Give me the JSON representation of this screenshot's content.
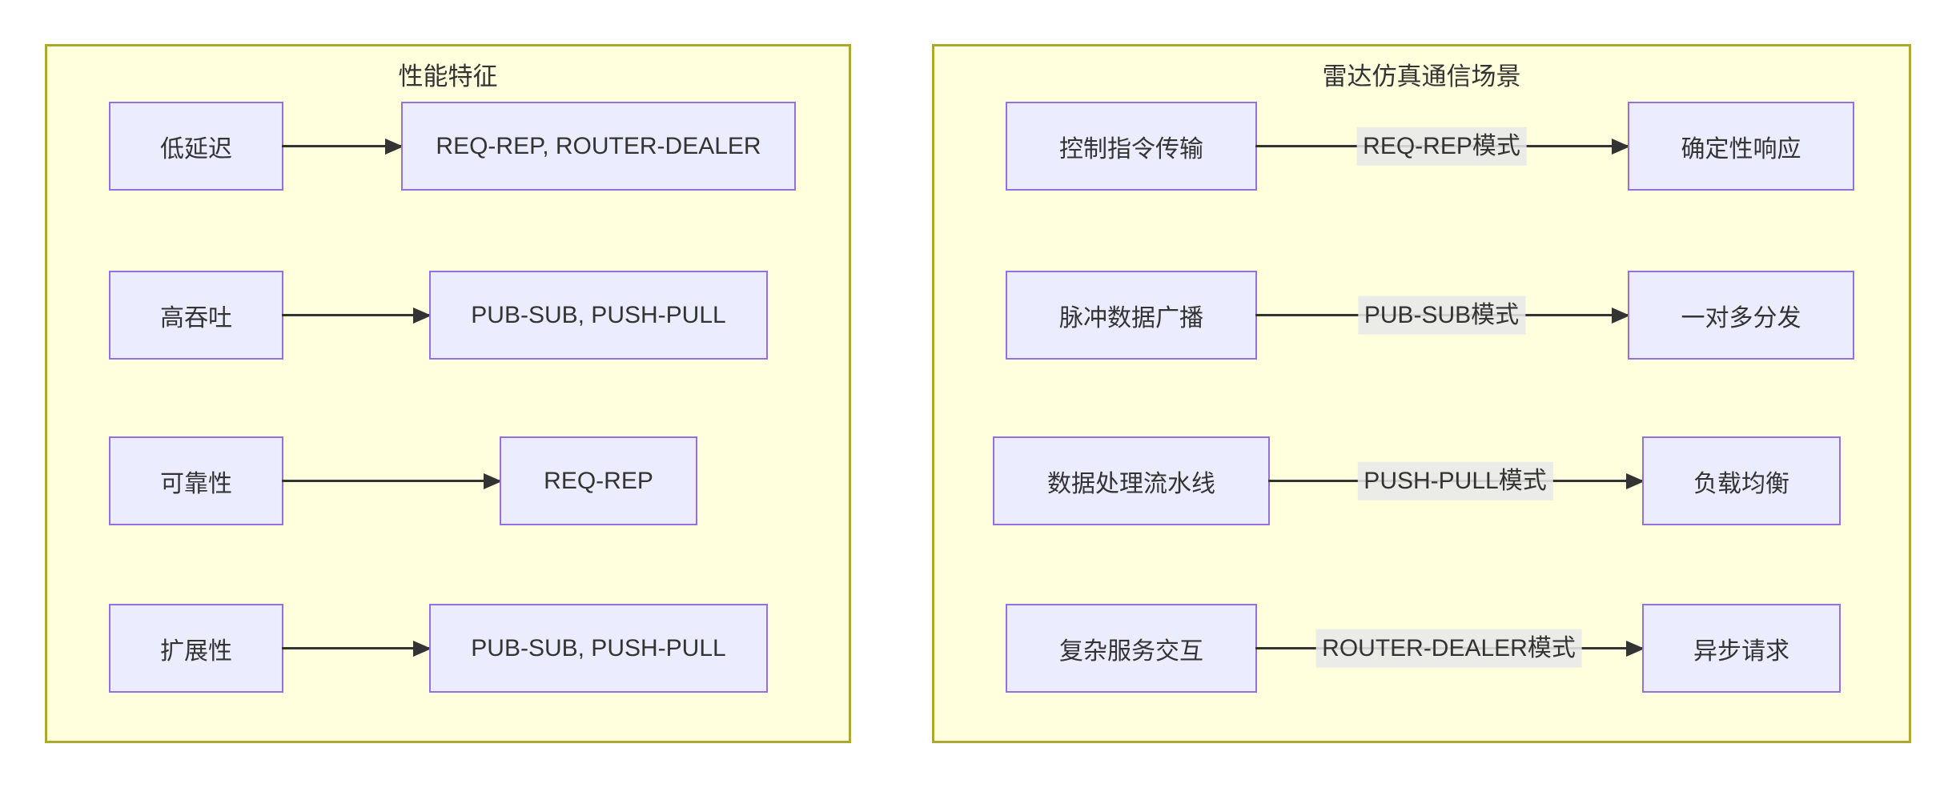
{
  "left_panel": {
    "title": "性能特征",
    "rows": [
      {
        "source": "低延迟",
        "target": "REQ-REP, ROUTER-DEALER"
      },
      {
        "source": "高吞吐",
        "target": "PUB-SUB, PUSH-PULL"
      },
      {
        "source": "可靠性",
        "target": "REQ-REP"
      },
      {
        "source": "扩展性",
        "target": "PUB-SUB, PUSH-PULL"
      }
    ]
  },
  "right_panel": {
    "title": "雷达仿真通信场景",
    "rows": [
      {
        "source": "控制指令传输",
        "edge_label": "REQ-REP模式",
        "target": "确定性响应"
      },
      {
        "source": "脉冲数据广播",
        "edge_label": "PUB-SUB模式",
        "target": "一对多分发"
      },
      {
        "source": "数据处理流水线",
        "edge_label": "PUSH-PULL模式",
        "target": "负载均衡"
      },
      {
        "source": "复杂服务交互",
        "edge_label": "ROUTER-DEALER模式",
        "target": "异步请求"
      }
    ]
  },
  "colors": {
    "panel_fill": "#ffffde",
    "panel_border": "#aaaa33",
    "node_fill": "#ececff",
    "node_border": "#9370db",
    "text": "#333333",
    "arrow": "#333333",
    "edge_label_bg": "#e8e8e8"
  }
}
